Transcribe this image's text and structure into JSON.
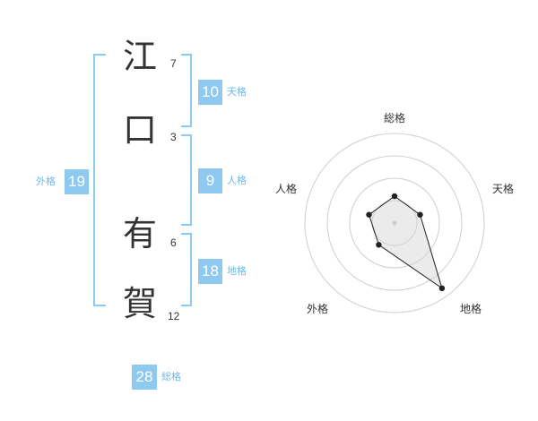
{
  "name_chars": [
    {
      "char": "江",
      "strokes": "7"
    },
    {
      "char": "口",
      "strokes": "3"
    },
    {
      "char": "有",
      "strokes": "6"
    },
    {
      "char": "賀",
      "strokes": "12"
    }
  ],
  "kakusu": {
    "tenkaku": {
      "value": "10",
      "label": "天格"
    },
    "jinkaku": {
      "value": "9",
      "label": "人格"
    },
    "chikaku": {
      "value": "18",
      "label": "地格"
    },
    "gaikaku": {
      "value": "19",
      "label": "外格"
    },
    "soukaku": {
      "value": "28",
      "label": "総格"
    }
  },
  "colors": {
    "accent": "#8ec9ef",
    "accent_text": "#6fb8e8",
    "text": "#333333"
  },
  "chart_data": {
    "type": "radar",
    "axes": [
      "総格",
      "天格",
      "地格",
      "外格",
      "人格"
    ],
    "values": [
      3,
      3,
      9,
      3,
      3
    ],
    "rmax": 10,
    "rings": 4
  }
}
